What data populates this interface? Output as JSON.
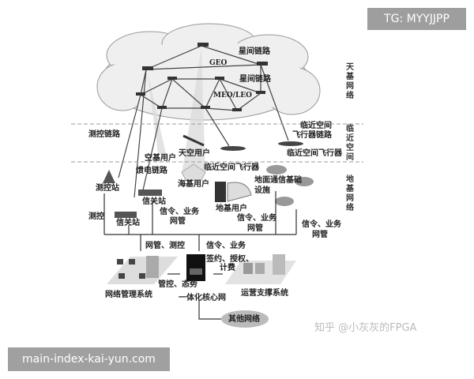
{
  "watermarks": {
    "top_right": "TG: MYYJJPP",
    "bottom_left": "main-index-kai-yun.com",
    "zhihu": "知乎 @小灰灰的FPGA"
  },
  "layers": {
    "space": "天基网络",
    "near_space": "临近空间",
    "ground": "地基网络"
  },
  "labels": {
    "isl_top": "星间链路",
    "geo": "GEO",
    "isl_mid": "星间链路",
    "meo_leo": "MEO/LEO",
    "near_space_link_1": "临近空间",
    "near_space_link_2": "飞行器链路",
    "tt_link": "测控链路",
    "air_user": "空基用户",
    "sky_user": "天空用户",
    "near_aircraft_right": "临近空间飞行器",
    "near_aircraft_mid": "临近空间飞行器",
    "feeder_link": "馈电链路",
    "tt_station": "测控站",
    "sea_user": "海基用户",
    "ground_infra_1": "地面通信基础",
    "ground_infra_2": "设施",
    "gateway_1": "信关站",
    "gateway_2": "信关站",
    "tt": "测控",
    "sig_1a": "信令、业务",
    "sig_1b": "网管",
    "ground_user": "地基用户",
    "sig_2a": "信令、业务",
    "sig_2b": "网管",
    "sig_3a": "信令、业务",
    "sig_3b": "网管",
    "nm_tt": "网管、测控",
    "sig_service": "信令、业务",
    "contract_1": "签约、授权、",
    "contract_2": "计费",
    "control": "管控、态势",
    "nms": "网络管理系统",
    "core": "一体化核心网",
    "oss": "运营支撑系统",
    "other": "其他网络"
  }
}
